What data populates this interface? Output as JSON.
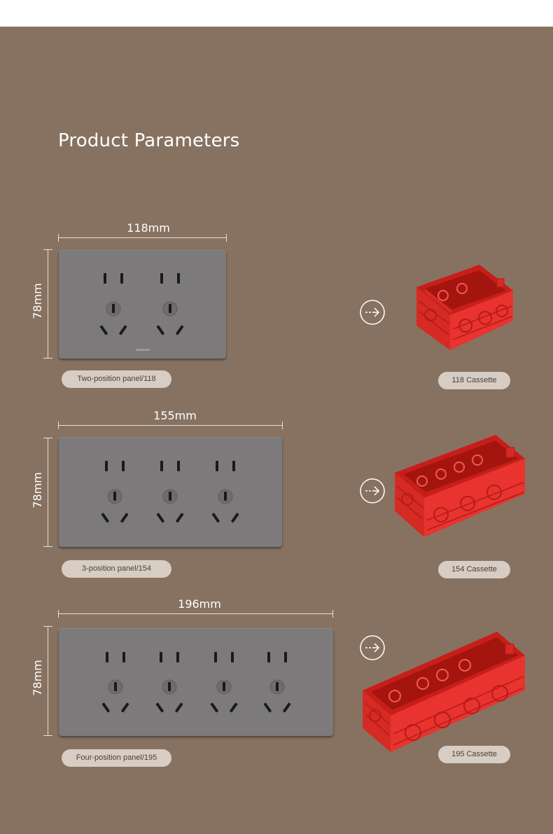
{
  "page": {
    "title": "Product Parameters"
  },
  "rows": [
    {
      "width_label": "118mm",
      "height_label": "78mm",
      "panel_label": "Two-position panel/118",
      "cassette_label": "118 Cassette",
      "outlets": 2
    },
    {
      "width_label": "155mm",
      "height_label": "78mm",
      "panel_label": "3-position panel/154",
      "cassette_label": "154 Cassette",
      "outlets": 3
    },
    {
      "width_label": "196mm",
      "height_label": "78mm",
      "panel_label": "Four-position panel/195",
      "cassette_label": "195 Cassette",
      "outlets": 4
    }
  ],
  "colors": {
    "background": "#877261",
    "panel": "#7c7a7a",
    "cassette": "#e8332f",
    "pill": "#d8cdc4"
  },
  "icons": {
    "arrow": "dashed-right-arrow-icon",
    "socket": "power-socket-icon"
  }
}
